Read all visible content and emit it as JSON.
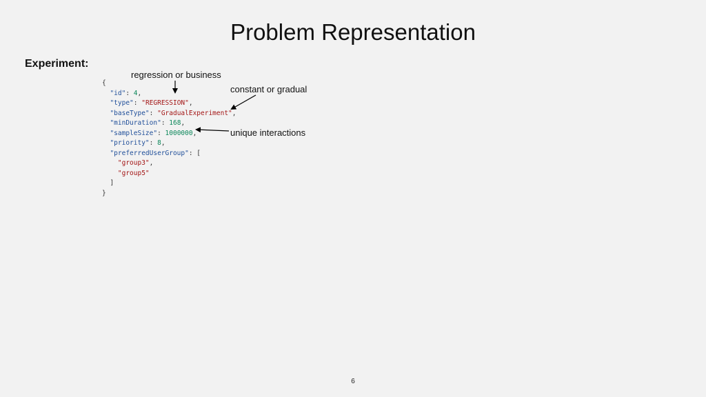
{
  "slide": {
    "title": "Problem Representation",
    "section_label": "Experiment:",
    "page_number": "6"
  },
  "code": {
    "open_brace": "{",
    "close_brace": "}",
    "id_key": "\"id\"",
    "id_value": "4",
    "type_key": "\"type\"",
    "type_value": "\"REGRESSION\"",
    "baseType_key": "\"baseType\"",
    "baseType_value": "\"GradualExperiment\"",
    "minDuration_key": "\"minDuration\"",
    "minDuration_value": "168",
    "sampleSize_key": "\"sampleSize\"",
    "sampleSize_value": "1000000",
    "priority_key": "\"priority\"",
    "priority_value": "8",
    "preferredUserGroup_key": "\"preferredUserGroup\"",
    "group_1": "\"group3\"",
    "group_2": "\"group5\"",
    "open_bracket": "[",
    "close_bracket": "]"
  },
  "annotations": {
    "type_note": "regression or business",
    "baseType_note": "constant or gradual",
    "sampleSize_note": "unique interactions"
  }
}
